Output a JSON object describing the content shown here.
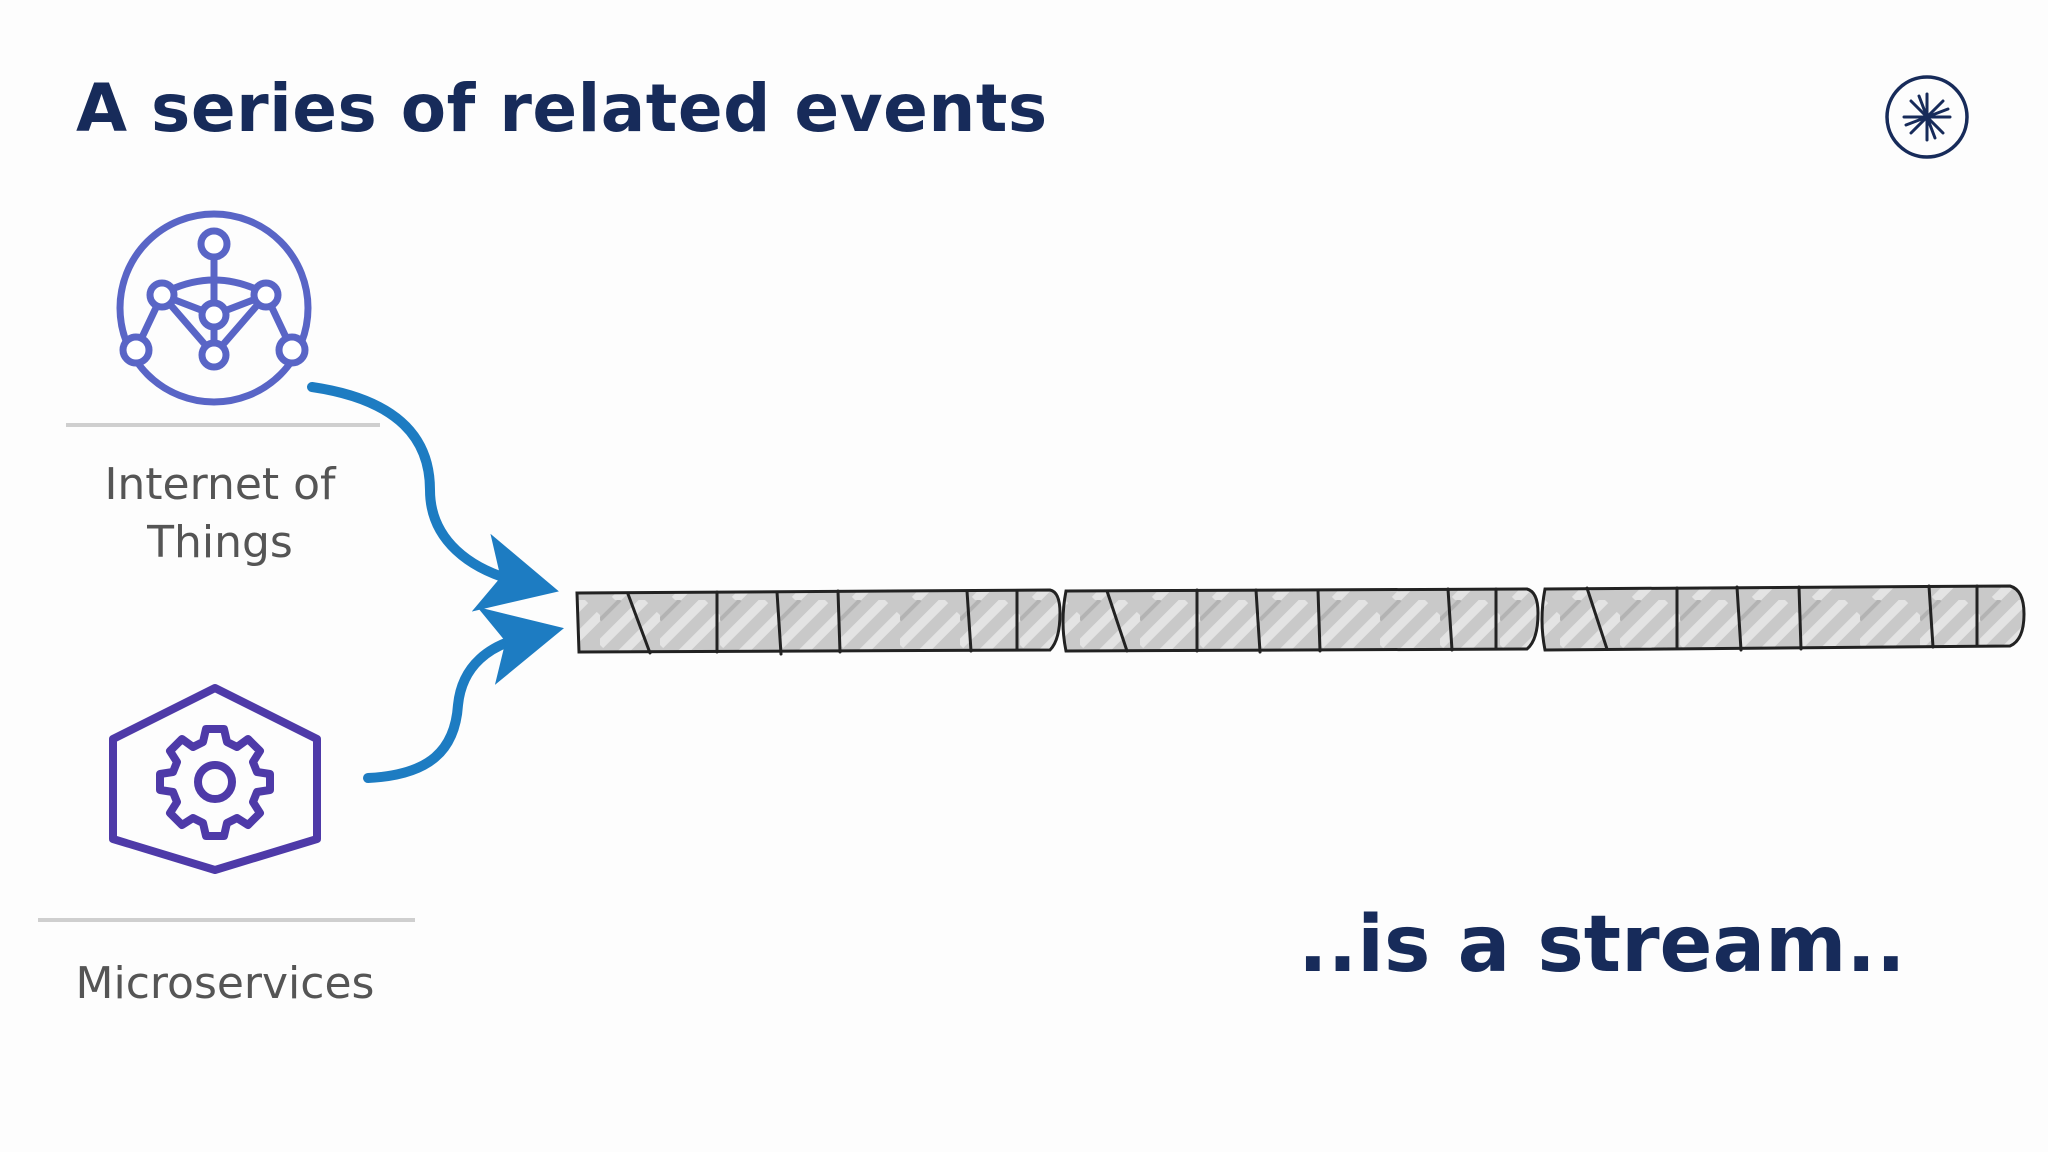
{
  "title": "A series of related events",
  "subtitle": "..is a stream..",
  "sources": [
    {
      "label_line1": "Internet of",
      "label_line2": "Things",
      "icon": "iot-network-icon"
    },
    {
      "label": "Microservices",
      "icon": "gear-hexagon-icon"
    }
  ],
  "logo_icon": "starburst-logo-icon",
  "stream": {
    "segments": 3,
    "events_per_segment": 6
  },
  "colors": {
    "title": "#172b5a",
    "iot_icon": "#5965c6",
    "microservices_icon": "#4e3aa8",
    "arrow": "#1d7cc2",
    "label": "#555555",
    "stream_fill": "#c8c8c8",
    "stream_outline": "#222222"
  }
}
